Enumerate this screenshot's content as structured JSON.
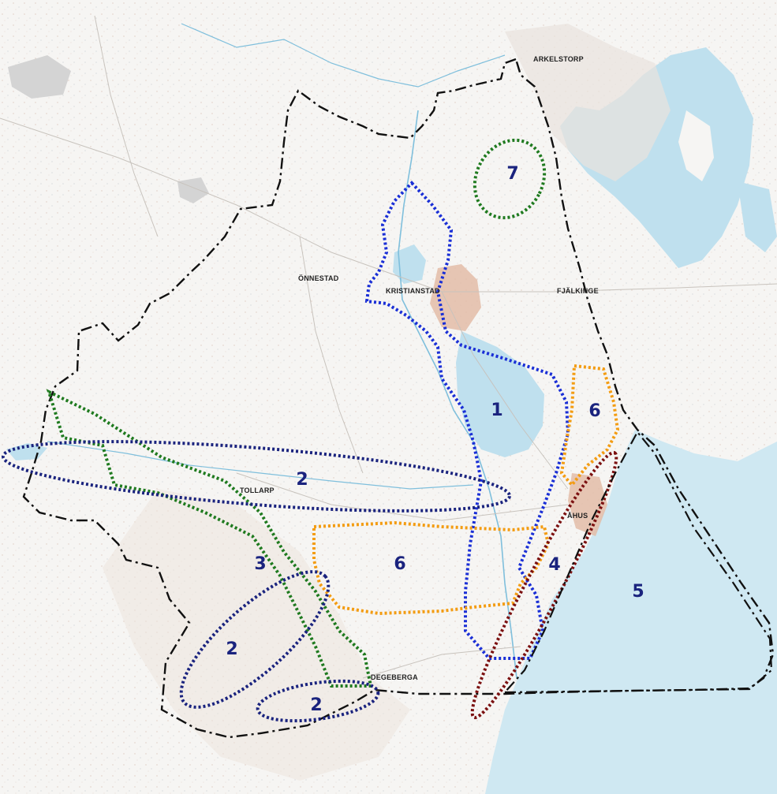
{
  "map": {
    "colors": {
      "sea": "#cfe8f2",
      "land": "#f3f1ee",
      "boundary": "#111111",
      "zone_blue": "#1a2fd6",
      "zone_navy": "#1a237e",
      "zone_green": "#1f7a1f",
      "zone_orange": "#f39c12",
      "zone_darkred": "#7b1010",
      "label_number": "#1a237e"
    },
    "places": [
      {
        "id": "arkelstorp",
        "name": "ARKELSTORP"
      },
      {
        "id": "onnestad",
        "name": "ÖNNESTAD"
      },
      {
        "id": "kristianstad",
        "name": "KRISTIANSTAD"
      },
      {
        "id": "fjalkinge",
        "name": "FJÄLKINGE"
      },
      {
        "id": "tollarp",
        "name": "TOLLARP"
      },
      {
        "id": "ahus",
        "name": "ÅHUS"
      },
      {
        "id": "degeberga",
        "name": "DEGEBERGA"
      }
    ],
    "zones": [
      {
        "id": "z1",
        "number": "1",
        "color": "zone_blue"
      },
      {
        "id": "z2a",
        "number": "2",
        "color": "zone_navy"
      },
      {
        "id": "z2b",
        "number": "2",
        "color": "zone_navy"
      },
      {
        "id": "z2c",
        "number": "2",
        "color": "zone_navy"
      },
      {
        "id": "z3",
        "number": "3",
        "color": "zone_green"
      },
      {
        "id": "z4",
        "number": "4",
        "color": "zone_darkred"
      },
      {
        "id": "z5",
        "number": "5",
        "color": "boundary"
      },
      {
        "id": "z6a",
        "number": "6",
        "color": "zone_orange"
      },
      {
        "id": "z6b",
        "number": "6",
        "color": "zone_orange"
      },
      {
        "id": "z7",
        "number": "7",
        "color": "zone_green"
      }
    ]
  }
}
